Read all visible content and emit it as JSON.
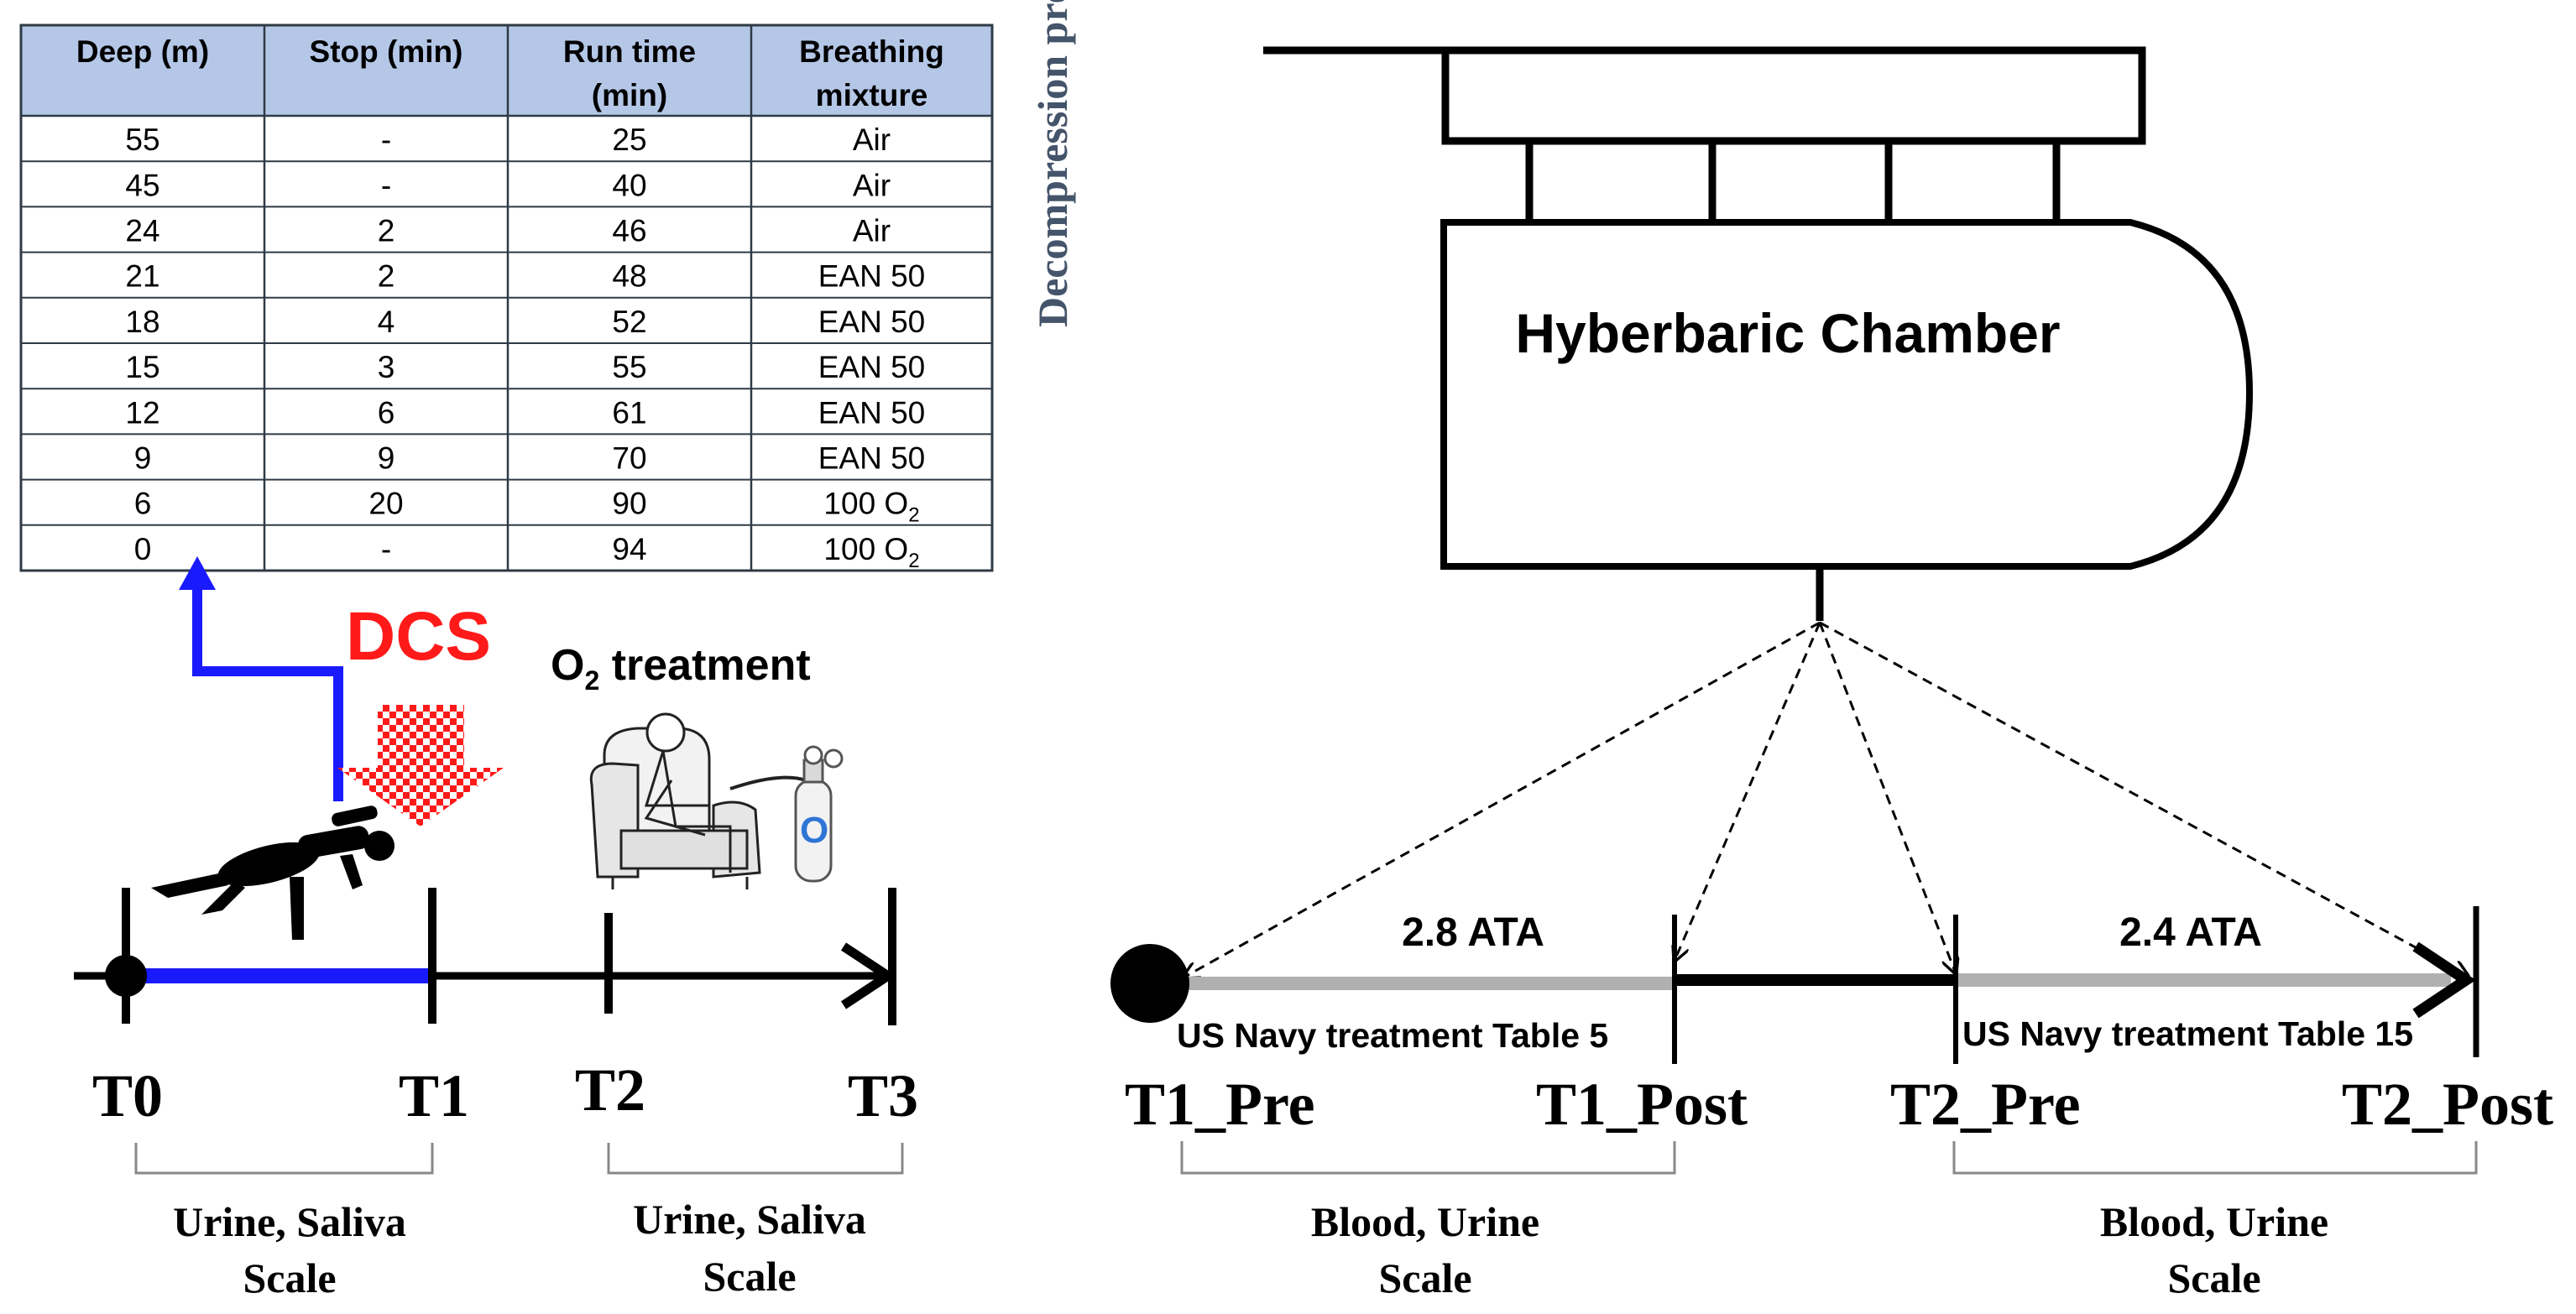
{
  "table": {
    "headers": [
      {
        "line1": "Deep (m)",
        "line2": ""
      },
      {
        "line1": "Stop (min)",
        "line2": ""
      },
      {
        "line1": "Run time",
        "line2": "(min)"
      },
      {
        "line1": "Breathing",
        "line2": "mixture"
      }
    ],
    "rows": [
      {
        "deep": "55",
        "stop": "-",
        "run": "25",
        "mix": "Air",
        "sub": ""
      },
      {
        "deep": "45",
        "stop": "-",
        "run": "40",
        "mix": "Air",
        "sub": ""
      },
      {
        "deep": "24",
        "stop": "2",
        "run": "46",
        "mix": "Air",
        "sub": ""
      },
      {
        "deep": "21",
        "stop": "2",
        "run": "48",
        "mix": "EAN 50",
        "sub": ""
      },
      {
        "deep": "18",
        "stop": "4",
        "run": "52",
        "mix": "EAN 50",
        "sub": ""
      },
      {
        "deep": "15",
        "stop": "3",
        "run": "55",
        "mix": "EAN 50",
        "sub": ""
      },
      {
        "deep": "12",
        "stop": "6",
        "run": "61",
        "mix": "EAN 50",
        "sub": ""
      },
      {
        "deep": "9",
        "stop": "9",
        "run": "70",
        "mix": "EAN 50",
        "sub": ""
      },
      {
        "deep": "6",
        "stop": "20",
        "run": "90",
        "mix": "100 O",
        "sub": "2"
      },
      {
        "deep": "0",
        "stop": "-",
        "run": "94",
        "mix": "100 O",
        "sub": "2"
      }
    ],
    "side_label": "Decompression profile",
    "colors": {
      "header_bg": "#b4c7e7",
      "border": "#2f3a45"
    }
  },
  "left": {
    "dcs_label": "DCS",
    "o2_label": {
      "main": "O",
      "sub": "2",
      "rest": " treatment"
    },
    "cylinder_letter": "O",
    "times": [
      "T0",
      "T1",
      "T2",
      "T3"
    ],
    "brackets": [
      {
        "line1": "Urine, Saliva",
        "line2": "Scale"
      },
      {
        "line1": "Urine, Saliva",
        "line2": "Scale"
      }
    ],
    "colors": {
      "dcs": "#ff1a1a",
      "blue": "#1a1aff",
      "axis": "#000000"
    }
  },
  "right": {
    "chamber_label": "Hyberbaric Chamber",
    "pressures": [
      "2.8 ATA",
      "2.4 ATA"
    ],
    "tables": [
      "US Navy treatment Table 5",
      "US Navy treatment Table 15"
    ],
    "times": [
      "T1_Pre",
      "T1_Post",
      "T2_Pre",
      "T2_Post"
    ],
    "brackets": [
      {
        "line1": "Blood, Urine",
        "line2": "Scale"
      },
      {
        "line1": "Blood, Urine",
        "line2": "Scale"
      }
    ],
    "colors": {
      "gray": "#b0b0b0"
    }
  }
}
